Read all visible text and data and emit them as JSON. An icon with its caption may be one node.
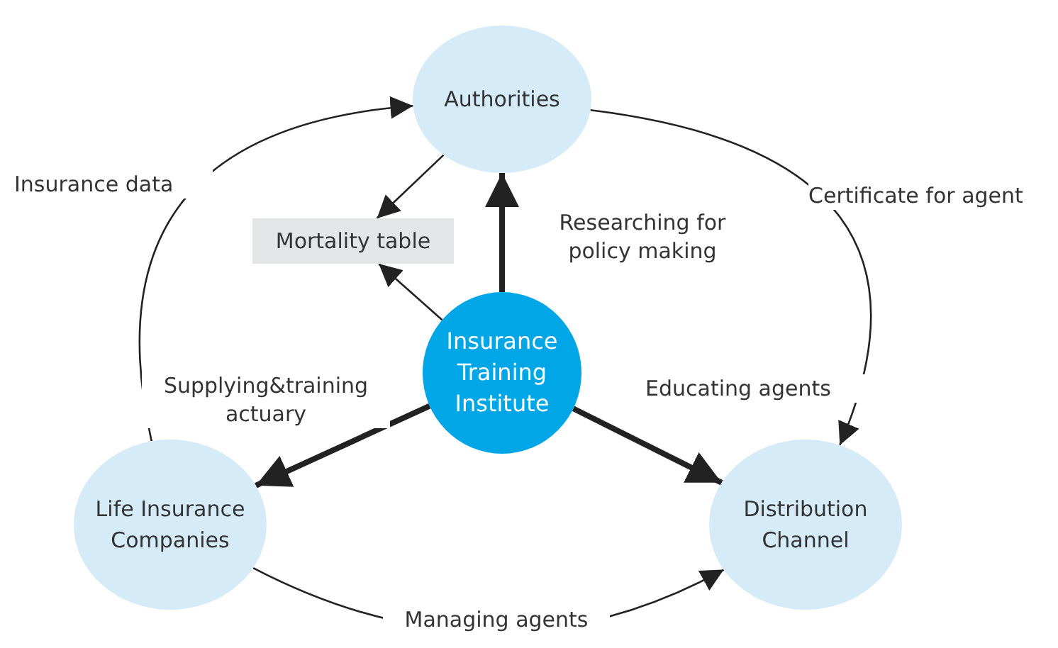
{
  "diagram": {
    "nodes": [
      {
        "text": [
          "Authorities"
        ]
      },
      {
        "text": [
          "Mortality table"
        ]
      },
      {
        "text": [
          "Insurance Training Institute"
        ]
      },
      {
        "text": [
          "Life Insurance Companies"
        ]
      },
      {
        "text": [
          "Distribution Channel"
        ]
      }
    ],
    "edges": [
      {
        "from": 3,
        "to": 0,
        "arrow": "to",
        "label": "Insurance data"
      },
      {
        "from": 0,
        "to": 4,
        "arrow": "to",
        "label": "Certificate for agent"
      },
      {
        "from": 3,
        "to": 4,
        "arrow": "to",
        "label": "Managing agents"
      },
      {
        "from": 0,
        "to": 1,
        "arrow": "to"
      },
      {
        "from": 2,
        "to": 1,
        "arrow": "to"
      },
      {
        "from": 2,
        "to": 0,
        "arrow": "to",
        "label": "Researching for policy making",
        "style": "thick"
      },
      {
        "from": 2,
        "to": 3,
        "arrow": "to",
        "label": "Supplying&training actuary",
        "style": "thick"
      },
      {
        "from": 2,
        "to": 4,
        "arrow": "to",
        "label": "Educating agents",
        "style": "thick"
      }
    ]
  }
}
